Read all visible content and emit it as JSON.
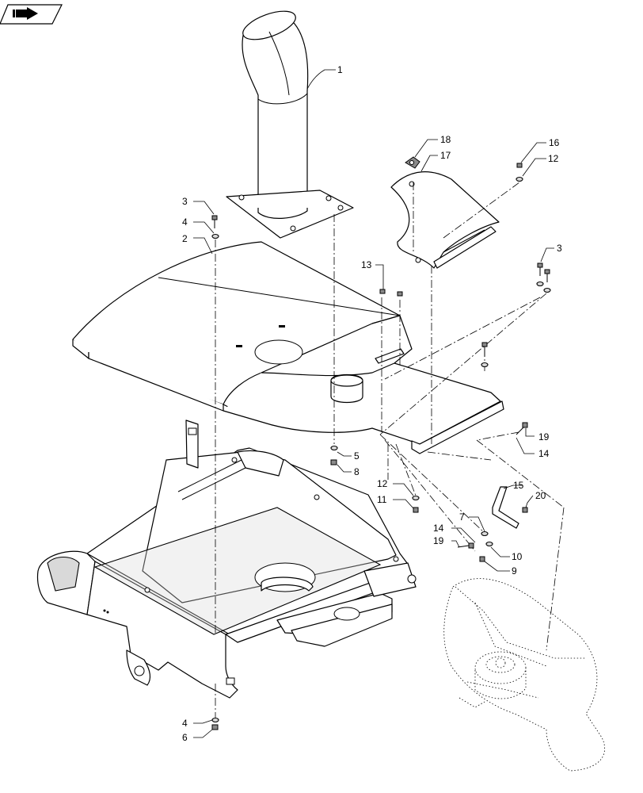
{
  "nav_icon": "page-arrow-icon",
  "callouts": [
    {
      "id": "c1",
      "label": "1"
    },
    {
      "id": "c2",
      "label": "2"
    },
    {
      "id": "c3a",
      "label": "3"
    },
    {
      "id": "c3b",
      "label": "3"
    },
    {
      "id": "c4a",
      "label": "4"
    },
    {
      "id": "c4b",
      "label": "4"
    },
    {
      "id": "c5",
      "label": "5"
    },
    {
      "id": "c6",
      "label": "6"
    },
    {
      "id": "c7",
      "label": "7"
    },
    {
      "id": "c8",
      "label": "8"
    },
    {
      "id": "c9",
      "label": "9"
    },
    {
      "id": "c10",
      "label": "10"
    },
    {
      "id": "c11",
      "label": "11"
    },
    {
      "id": "c12a",
      "label": "12"
    },
    {
      "id": "c12b",
      "label": "12"
    },
    {
      "id": "c13",
      "label": "13"
    },
    {
      "id": "c14a",
      "label": "14"
    },
    {
      "id": "c14b",
      "label": "14"
    },
    {
      "id": "c15",
      "label": "15"
    },
    {
      "id": "c16",
      "label": "16"
    },
    {
      "id": "c17",
      "label": "17"
    },
    {
      "id": "c18",
      "label": "18"
    },
    {
      "id": "c19a",
      "label": "19"
    },
    {
      "id": "c19b",
      "label": "19"
    },
    {
      "id": "c20",
      "label": "20"
    }
  ]
}
